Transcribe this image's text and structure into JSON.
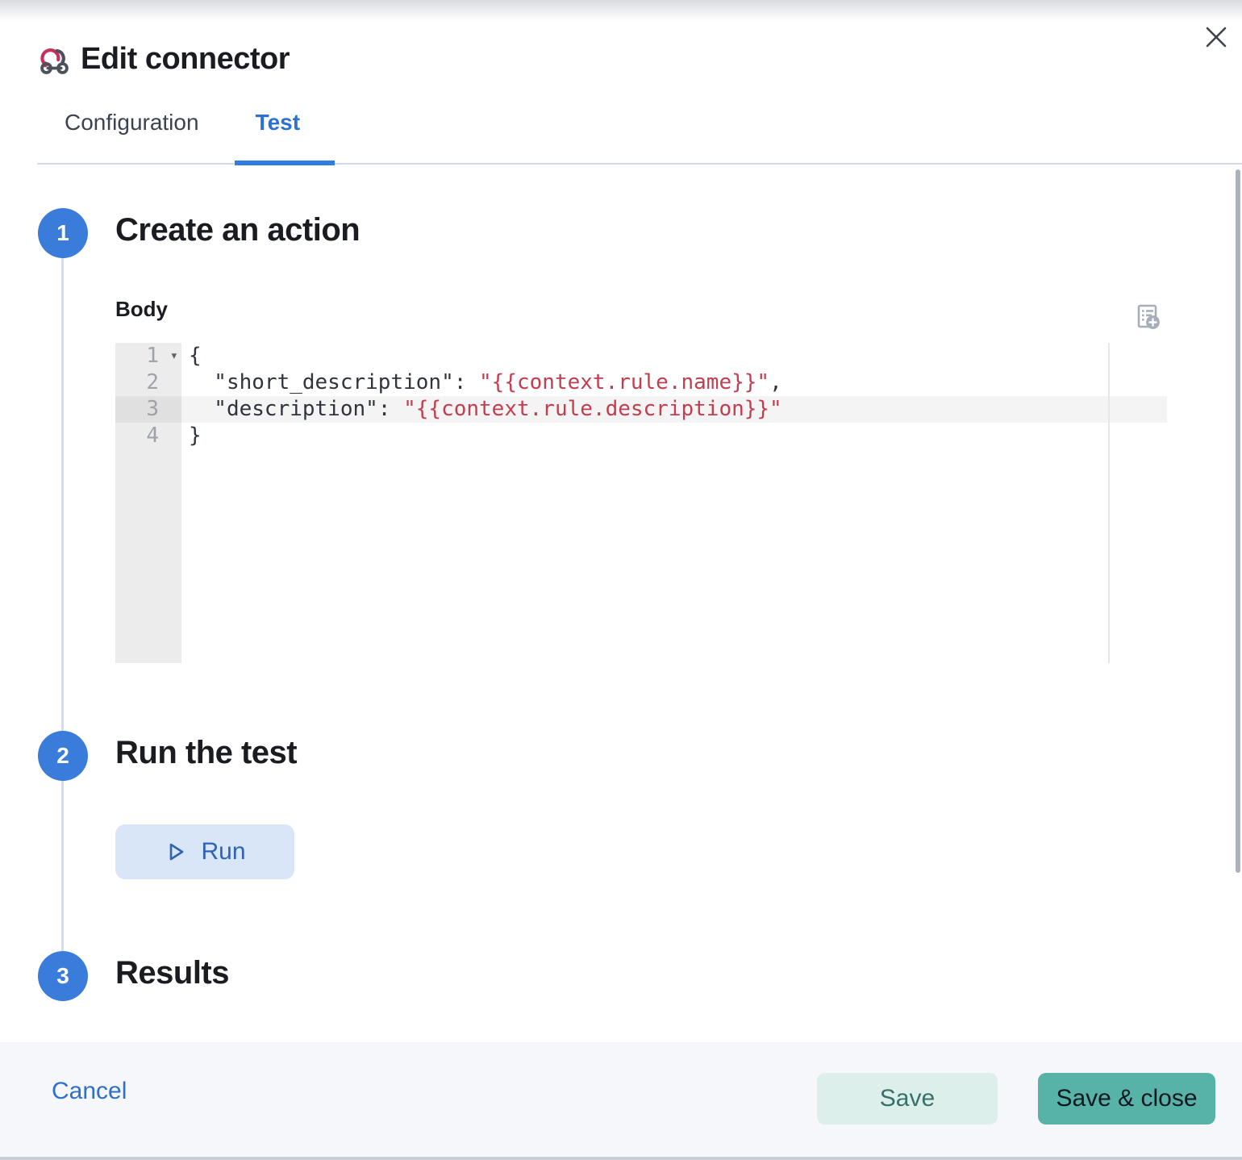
{
  "header": {
    "title": "Edit connector",
    "icon": "webhook-icon"
  },
  "window": {
    "close_icon": "x"
  },
  "tabs": [
    {
      "label": "Configuration",
      "active": false
    },
    {
      "label": "Test",
      "active": true
    }
  ],
  "steps": [
    {
      "number": "1",
      "title": "Create an action"
    },
    {
      "number": "2",
      "title": "Run the test"
    },
    {
      "number": "3",
      "title": "Results"
    }
  ],
  "body_section": {
    "field_label": "Body",
    "add_variable_icon": "list-add-icon",
    "editor": {
      "language": "json",
      "active_line": "3",
      "lines": [
        {
          "num": "1",
          "fold": true,
          "tokens": [
            {
              "c": "plain",
              "t": "{"
            }
          ]
        },
        {
          "num": "2",
          "fold": false,
          "tokens": [
            {
              "c": "plain",
              "t": "  \"short_description\": "
            },
            {
              "c": "var",
              "t": "\"{{context.rule.name}}\""
            },
            {
              "c": "plain",
              "t": ","
            }
          ]
        },
        {
          "num": "3",
          "fold": false,
          "tokens": [
            {
              "c": "plain",
              "t": "  \"description\": "
            },
            {
              "c": "var",
              "t": "\"{{context.rule.description}}\""
            }
          ]
        },
        {
          "num": "4",
          "fold": false,
          "tokens": [
            {
              "c": "plain",
              "t": "}"
            }
          ]
        }
      ]
    }
  },
  "run": {
    "button_label": "Run",
    "icon": "play-icon"
  },
  "footer": {
    "cancel_label": "Cancel",
    "save_label": "Save",
    "save_close_label": "Save & close"
  },
  "accent_colors": {
    "step_blue": "#3a7cd9",
    "tab_active_blue": "#2b71d3",
    "tab_underline": "#2f7de1",
    "run_button_bg": "#d9e6f7",
    "run_button_text": "#2e63b8",
    "code_variable_red": "#c43d4f",
    "save_bg": "#dcefeb",
    "save_text": "#38716a",
    "save_close_bg": "#57b3a7",
    "footer_bg": "#f5f7fa",
    "border_gray": "#d3dae6",
    "webhook_pink": "#c6315c",
    "webhook_gray": "#4c515c"
  }
}
